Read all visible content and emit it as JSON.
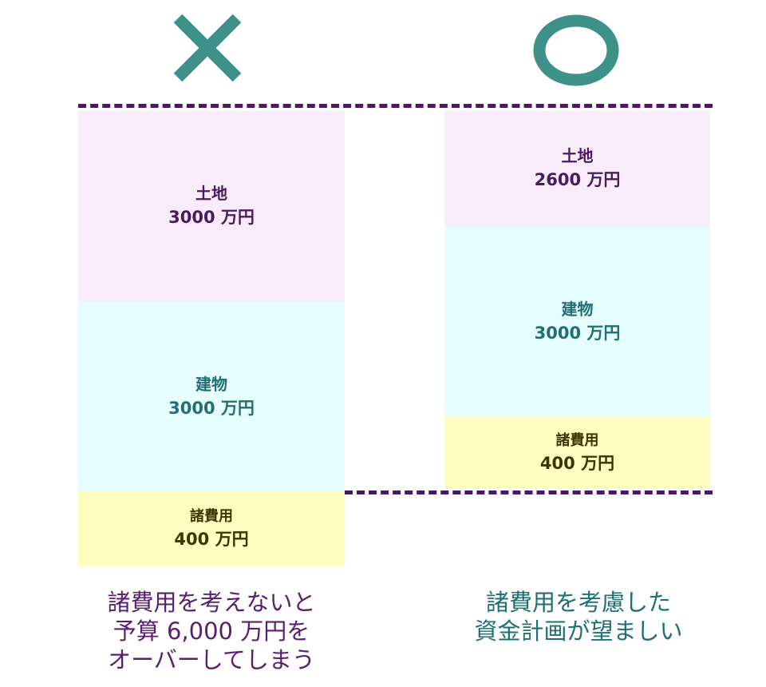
{
  "colors": {
    "mark": "#3d9188",
    "dashed_line": "#4a1a5e",
    "land_bg": "#f8ecfb",
    "land_text": "#4a1a5e",
    "building_bg": "#e6fdfd",
    "building_text": "#1f6f73",
    "fees_bg": "#fdfdc0",
    "fees_text": "#3d3400"
  },
  "left": {
    "mark_icon": "cross-icon",
    "land": {
      "label": "土地",
      "value": "3000 万円"
    },
    "building": {
      "label": "建物",
      "value": "3000 万円"
    },
    "fees": {
      "label": "諸費用",
      "value": "400 万円"
    },
    "caption": [
      "諸費用を考えないと",
      "予算 6,000 万円を",
      "オーバーしてしまう"
    ]
  },
  "right": {
    "mark_icon": "circle-icon",
    "land": {
      "label": "土地",
      "value": "2600 万円"
    },
    "building": {
      "label": "建物",
      "value": "3000 万円"
    },
    "fees": {
      "label": "諸費用",
      "value": "400 万円"
    },
    "caption": [
      "諸費用を考慮した",
      "資金計画が望ましい"
    ]
  }
}
